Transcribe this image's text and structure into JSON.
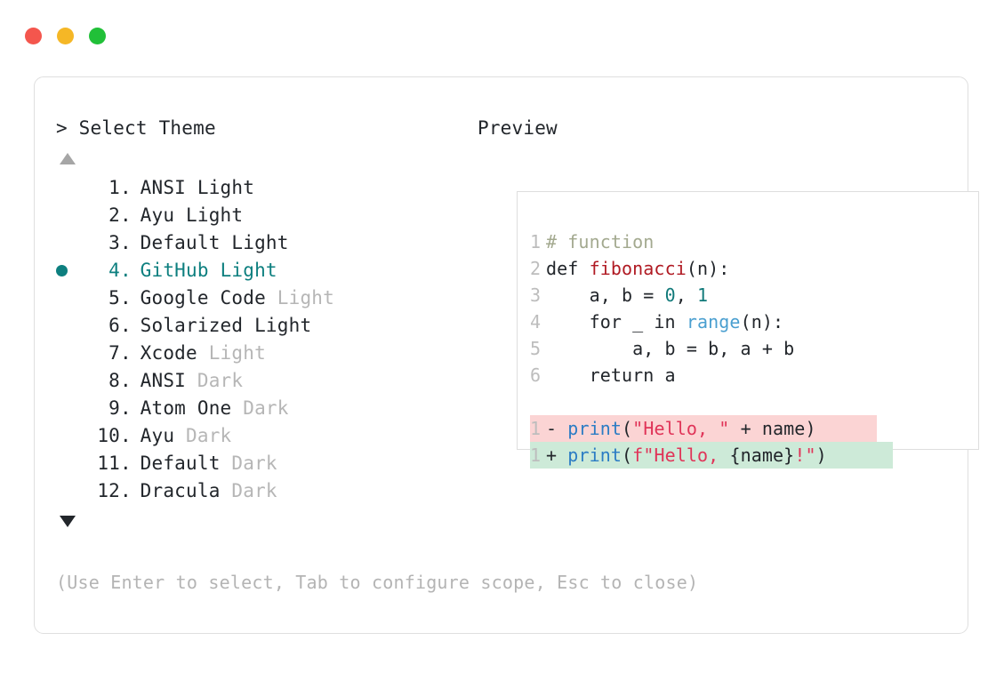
{
  "window": {
    "buttons": [
      {
        "name": "close",
        "color": "#f4564d"
      },
      {
        "name": "minimize",
        "color": "#f5b726"
      },
      {
        "name": "maximize",
        "color": "#21c038"
      }
    ]
  },
  "prompt": {
    "symbol": ">",
    "title": "Select Theme",
    "full": "> Select Theme"
  },
  "scroll": {
    "up": "▲",
    "down": "▼"
  },
  "selection": {
    "selected_index": 4,
    "bullet": "●",
    "accent": "#0d7f7f"
  },
  "themes": [
    {
      "index": "1",
      "dot": ".",
      "name": "ANSI",
      "variant": "Light",
      "variant_dim": false,
      "selected": false
    },
    {
      "index": "2",
      "dot": ".",
      "name": "Ayu",
      "variant": "Light",
      "variant_dim": false,
      "selected": false
    },
    {
      "index": "3",
      "dot": ".",
      "name": "Default",
      "variant": "Light",
      "variant_dim": false,
      "selected": false
    },
    {
      "index": "4",
      "dot": ".",
      "name": "GitHub",
      "variant": "Light",
      "variant_dim": false,
      "selected": true
    },
    {
      "index": "5",
      "dot": ".",
      "name": "Google Code",
      "variant": "Light",
      "variant_dim": true,
      "selected": false
    },
    {
      "index": "6",
      "dot": ".",
      "name": "Solarized",
      "variant": "Light",
      "variant_dim": false,
      "selected": false
    },
    {
      "index": "7",
      "dot": ".",
      "name": "Xcode",
      "variant": "Light",
      "variant_dim": true,
      "selected": false
    },
    {
      "index": "8",
      "dot": ".",
      "name": "ANSI",
      "variant": "Dark",
      "variant_dim": true,
      "selected": false
    },
    {
      "index": "9",
      "dot": ".",
      "name": "Atom One",
      "variant": "Dark",
      "variant_dim": true,
      "selected": false
    },
    {
      "index": "10",
      "dot": ".",
      "name": "Ayu",
      "variant": "Dark",
      "variant_dim": true,
      "selected": false
    },
    {
      "index": "11",
      "dot": ".",
      "name": "Default",
      "variant": "Dark",
      "variant_dim": true,
      "selected": false
    },
    {
      "index": "12",
      "dot": ".",
      "name": "Dracula",
      "variant": "Dark",
      "variant_dim": true,
      "selected": false
    }
  ],
  "preview": {
    "title": "Preview",
    "code_lines": [
      {
        "no": "1",
        "tokens": [
          {
            "t": "# function",
            "c": "tok-comment"
          }
        ]
      },
      {
        "no": "2",
        "tokens": [
          {
            "t": "def ",
            "c": "tok-plain"
          },
          {
            "t": "fibonacci",
            "c": "tok-func"
          },
          {
            "t": "(n):",
            "c": "tok-plain"
          }
        ]
      },
      {
        "no": "3",
        "tokens": [
          {
            "t": "    a, b = ",
            "c": "tok-plain"
          },
          {
            "t": "0",
            "c": "tok-num"
          },
          {
            "t": ", ",
            "c": "tok-plain"
          },
          {
            "t": "1",
            "c": "tok-num"
          }
        ]
      },
      {
        "no": "4",
        "tokens": [
          {
            "t": "    for _ in ",
            "c": "tok-plain"
          },
          {
            "t": "range",
            "c": "tok-builtin"
          },
          {
            "t": "(n):",
            "c": "tok-plain"
          }
        ]
      },
      {
        "no": "5",
        "tokens": [
          {
            "t": "        a, b = b, a + b",
            "c": "tok-plain"
          }
        ]
      },
      {
        "no": "6",
        "tokens": [
          {
            "t": "    return a",
            "c": "tok-plain"
          }
        ]
      }
    ],
    "diff_lines": [
      {
        "no": "1",
        "kind": "del",
        "sign": "-",
        "tokens": [
          {
            "t": "print",
            "c": "tok-call"
          },
          {
            "t": "(",
            "c": "tok-plain"
          },
          {
            "t": "\"Hello, \"",
            "c": "tok-string"
          },
          {
            "t": " + name)",
            "c": "tok-plain"
          }
        ]
      },
      {
        "no": "1",
        "kind": "add",
        "sign": "+",
        "tokens": [
          {
            "t": "print",
            "c": "tok-call"
          },
          {
            "t": "(",
            "c": "tok-plain"
          },
          {
            "t": "f\"Hello, ",
            "c": "tok-string"
          },
          {
            "t": "{name}",
            "c": "tok-plain"
          },
          {
            "t": "!\"",
            "c": "tok-string"
          },
          {
            "t": ")",
            "c": "tok-plain"
          }
        ]
      }
    ]
  },
  "hint": "(Use Enter to select, Tab to configure scope, Esc to close)"
}
